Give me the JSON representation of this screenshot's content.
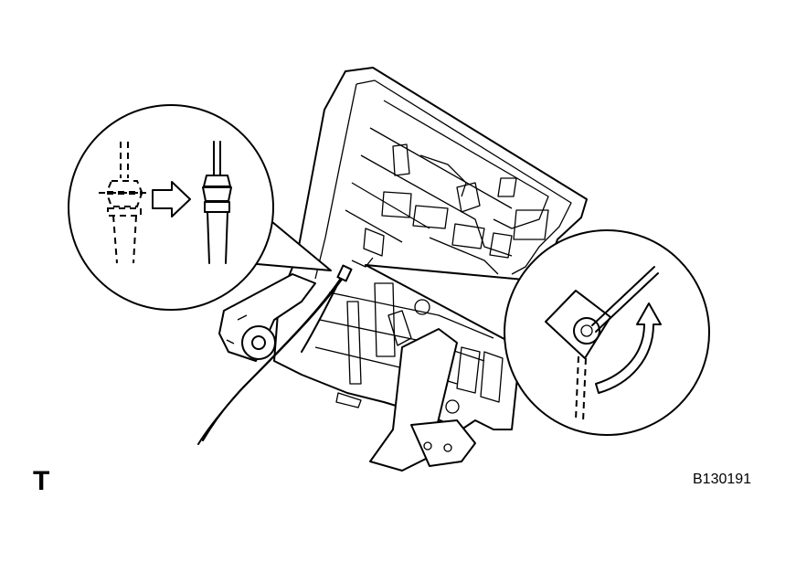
{
  "diagram": {
    "orientation_mark": "T",
    "figure_code": "B130191",
    "callouts": [
      {
        "id": "cable-end-detail",
        "shape": "circle"
      },
      {
        "id": "lever-rotation-detail",
        "shape": "circle"
      }
    ],
    "colors": {
      "line": "#000000",
      "background": "#ffffff"
    }
  }
}
